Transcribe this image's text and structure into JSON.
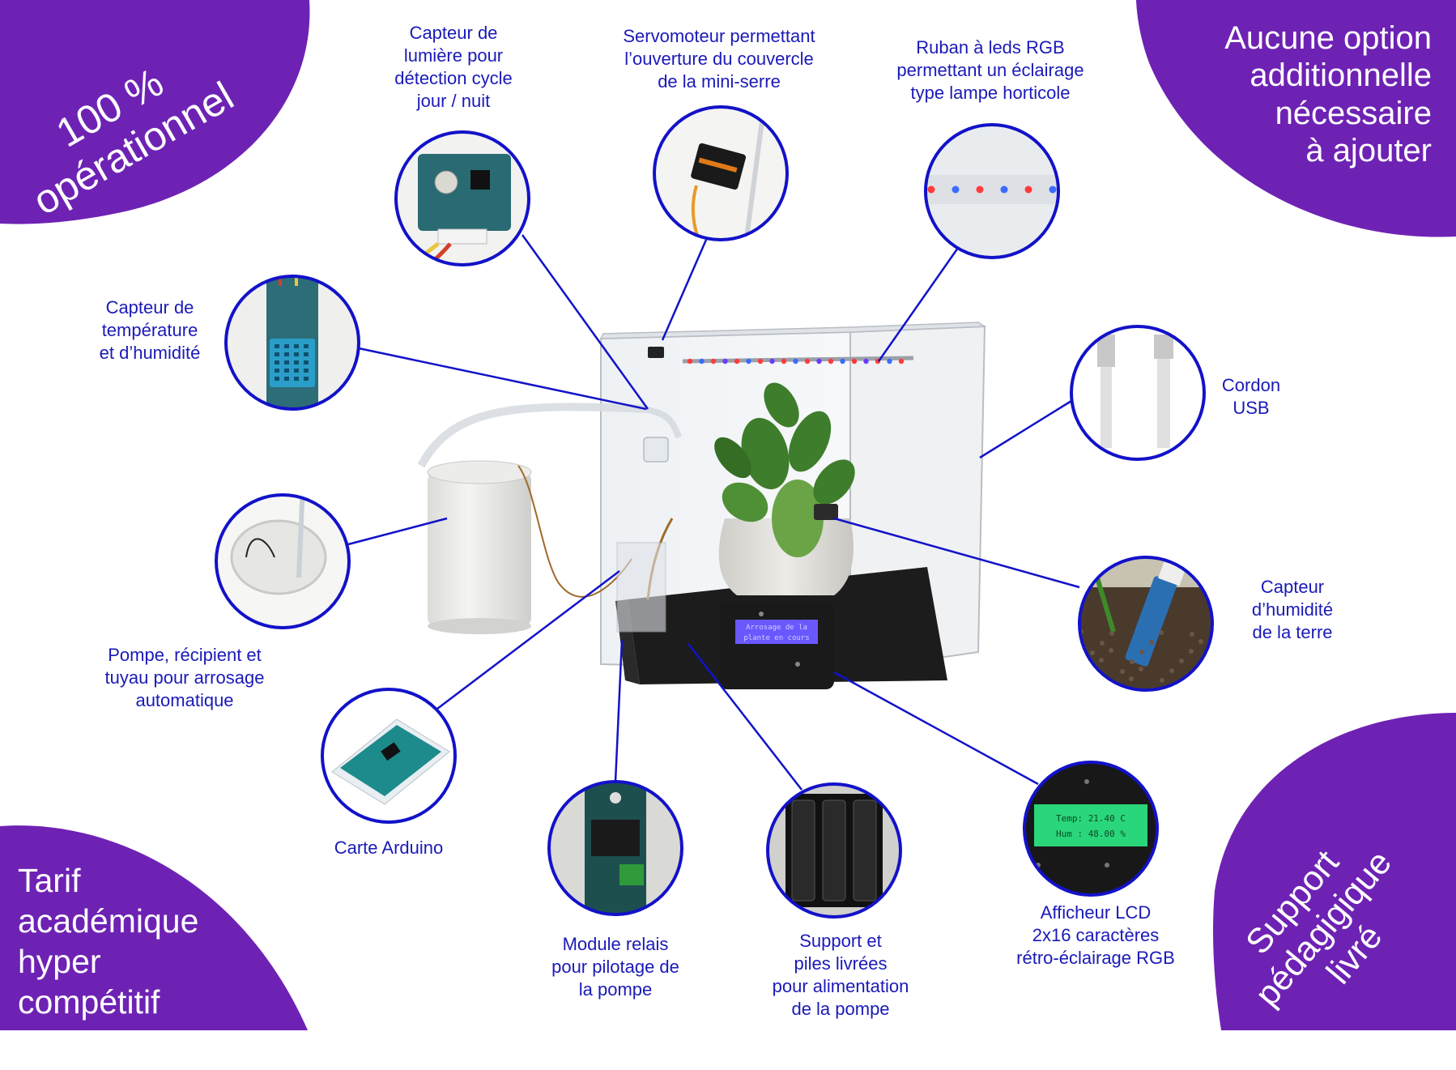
{
  "colors": {
    "brand_purple": "#6e22b4",
    "line_blue": "#1212c9",
    "label_blue": "#1a1ab8"
  },
  "corners": {
    "top_left": [
      "100 %",
      "opérationnel"
    ],
    "top_right": [
      "Aucune option",
      "additionnelle",
      "nécessaire",
      "à ajouter"
    ],
    "bottom_left": [
      "Tarif",
      "académique",
      "hyper",
      "compétitif"
    ],
    "bottom_right": [
      "Support",
      "pédagigique",
      "livré"
    ]
  },
  "components": [
    {
      "id": "light-sensor",
      "icon": "light-sensor-icon",
      "label": [
        "Capteur de",
        "lumière pour",
        "détection cycle",
        "jour / nuit"
      ]
    },
    {
      "id": "servo",
      "icon": "servo-motor-icon",
      "label": [
        "Servomoteur permettant",
        "l’ouverture du couvercle",
        "de la mini-serre"
      ]
    },
    {
      "id": "rgb-strip",
      "icon": "led-strip-icon",
      "label": [
        "Ruban à leds RGB",
        "permettant un éclairage",
        "type lampe horticole"
      ]
    },
    {
      "id": "temp-sensor",
      "icon": "temperature-humidity-sensor-icon",
      "label": [
        "Capteur de",
        "température",
        "et d’humidité"
      ]
    },
    {
      "id": "usb-cable",
      "icon": "usb-cable-icon",
      "label": [
        "Cordon",
        "USB"
      ]
    },
    {
      "id": "pump",
      "icon": "pump-container-icon",
      "label": [
        "Pompe, récipient et",
        "tuyau pour arrosage",
        "automatique"
      ]
    },
    {
      "id": "soil-sensor",
      "icon": "soil-moisture-sensor-icon",
      "label": [
        "Capteur",
        "d’humidité",
        "de la terre"
      ]
    },
    {
      "id": "arduino",
      "icon": "arduino-board-icon",
      "label": [
        "Carte Arduino"
      ]
    },
    {
      "id": "relay",
      "icon": "relay-module-icon",
      "label": [
        "Module relais",
        "pour pilotage de",
        "la pompe"
      ]
    },
    {
      "id": "batteries",
      "icon": "battery-holder-icon",
      "label": [
        "Support et",
        "piles livrées",
        "pour alimentation",
        "de la pompe"
      ]
    },
    {
      "id": "lcd",
      "icon": "lcd-display-icon",
      "label": [
        "Afficheur LCD",
        "2x16 caractères",
        "rétro-éclairage RGB"
      ]
    }
  ],
  "lcd_main_text": [
    "Arrosage de la",
    "plante en cours"
  ],
  "lcd_inset_text": [
    "Temp: 21.40 C",
    "Hum : 48.00 %"
  ]
}
